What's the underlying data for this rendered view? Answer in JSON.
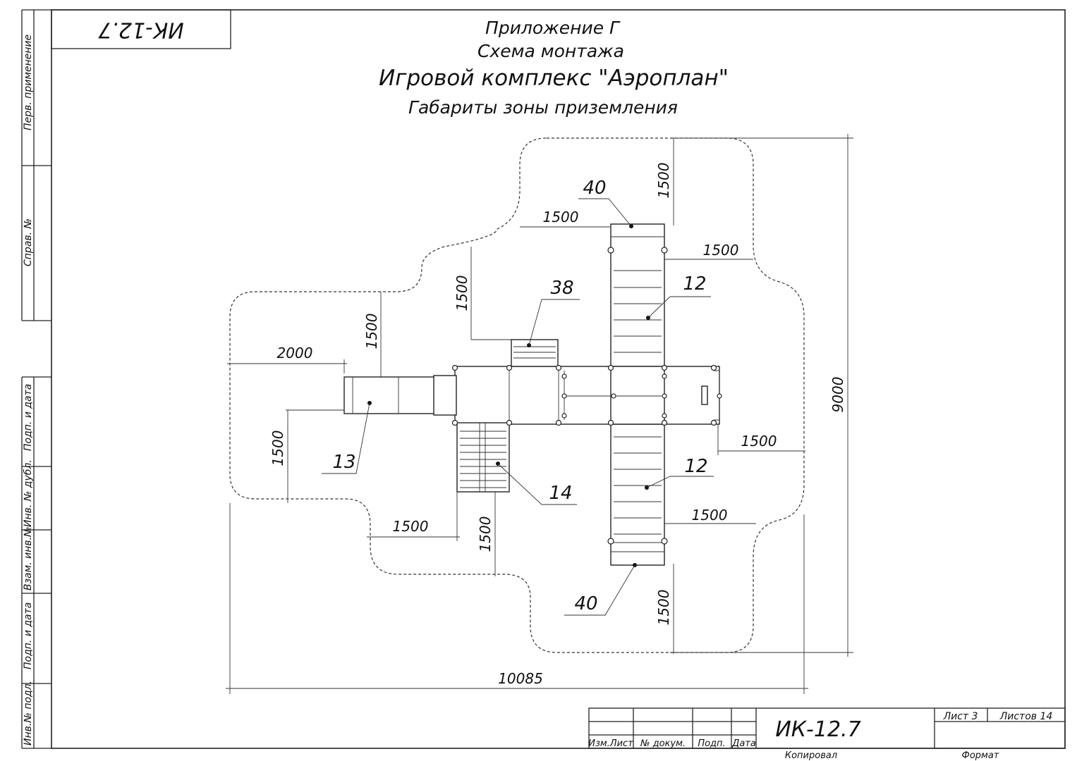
{
  "title": {
    "appendix": "Приложение Г",
    "scheme": "Схема монтажа",
    "product": "Игровой комплекс \"Аэроплан\"",
    "subtitle": "Габариты зоны приземления"
  },
  "code_box": {
    "text": "ИК-12.7"
  },
  "side_labels": {
    "perv": "Перв. применение",
    "sprav": "Справ. №",
    "podp_data_1": "Подп. и дата",
    "inv_dubl": "Инв. № дубл.",
    "vzam_inv": "Взам. инв.№",
    "podp_data_2": "Подп. и дата",
    "inv_podl": "Инв.№ подл."
  },
  "dimensions": {
    "top_vertical": "1500",
    "top_left_horizontal": "1500",
    "top_right_horizontal": "1500",
    "left_upper_vertical": "1500",
    "left_mid_vertical": "1500",
    "left_horizontal": "2000",
    "left_lower_vertical": "1500",
    "bottom_left_horizontal": "1500",
    "bottom_mid_vertical": "1500",
    "right_mid_horizontal": "1500",
    "right_lower_horizontal": "1500",
    "bottom_vertical": "1500",
    "total_height": "9000",
    "total_width": "10085"
  },
  "callouts": {
    "top_40": "40",
    "top_12": "12",
    "c38": "38",
    "c13": "13",
    "c14": "14",
    "bottom_12": "12",
    "bottom_40": "40"
  },
  "title_block": {
    "designation": "ИК-12.7",
    "sheet": "Лист 3",
    "sheets": "Листов 14",
    "izm_list": "Изм.Лист",
    "doc_no": "№ докум.",
    "podp": "Подп.",
    "data": "Дата",
    "copied": "Копировал",
    "format": "Формат"
  }
}
